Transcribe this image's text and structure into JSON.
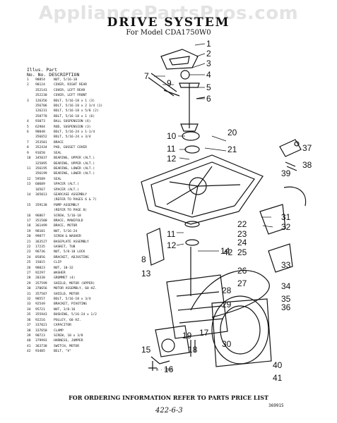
{
  "watermark": "AppliancePartsPros.com",
  "title": "DRIVE SYSTEM",
  "subtitle": "For Model CDA1750W0",
  "parts_table": {
    "header_line1": "Illus.  Part",
    "header_line2": "No.    No.      DESCRIPTION",
    "rows": [
      [
        "1",
        "98854",
        "NUT, 5/16-18"
      ],
      [
        "2",
        "98124",
        "COVER, RIGHT REAR"
      ],
      [
        "",
        "352143",
        "COVER, LEFT REAR"
      ],
      [
        "",
        "352230",
        "COVER, LEFT FRONT"
      ],
      [
        "3",
        "126356",
        "BOLT, 5/16-18 x 1 (3)"
      ],
      [
        "",
        "356706",
        "BOLT, 5/16-18 x 2 3/4 (1)"
      ],
      [
        "",
        "126231",
        "BOLT, 5/16-18 x 5/8 (2)"
      ],
      [
        "",
        "358778",
        "BOLT, 5/16-18 x 1 (6)"
      ],
      [
        "4",
        "93073",
        "BALL SUSPENSION (6)"
      ],
      [
        "5",
        "62984",
        "ROD, SUSPENSION (3)"
      ],
      [
        "6",
        "98048",
        "BOLT, 5/16-24 x 1-1/4"
      ],
      [
        "",
        "356652",
        "BOLT, 5/16-24 x 3/4"
      ],
      [
        "7",
        "353501",
        "BRACE"
      ],
      [
        "8",
        "352434",
        "PAD, GUSSET COVER"
      ],
      [
        "9",
        "91658",
        "SEAL"
      ],
      [
        "10",
        "345037",
        "BEARING, UPPER (ALT.)"
      ],
      [
        "",
        "325895",
        "BEARING, UPPER (ALT.)"
      ],
      [
        "11",
        "356195",
        "BEARING, LOWER (ALT.)"
      ],
      [
        "",
        "356199",
        "BEARING, LOWER (ALT.)"
      ],
      [
        "12",
        "59589",
        "SEAL"
      ],
      [
        "13",
        "60609",
        "SPACER (ALT.)"
      ],
      [
        "",
        "16567",
        "SPACER (ALT.)"
      ],
      [
        "14",
        "365013",
        "GEARCASE ASSEMBLY"
      ],
      [
        "",
        "",
        "(REFER TO PAGES 6 & 7)"
      ],
      [
        "15",
        "359138",
        "PUMP ASSEMBLY"
      ],
      [
        "",
        "",
        "(REFER TO PAGE 8)"
      ],
      [
        "16",
        "96867",
        "SCREW, 5/16-18"
      ],
      [
        "17",
        "351500",
        "BRACE, MANIFOLD"
      ],
      [
        "18",
        "361499",
        "BRACE, MOTOR"
      ],
      [
        "19",
        "98101",
        "NUT, 5/16-24"
      ],
      [
        "20",
        "99877",
        "SCREW & WASHER"
      ],
      [
        "21",
        "363527",
        "BASEPLATE ASSEMBLY"
      ],
      [
        "22",
        "17235",
        "GASKET, TUB"
      ],
      [
        "23",
        "96736",
        "NUT, 5/8-18 LOCK"
      ],
      [
        "24",
        "85856",
        "BRACKET, ADJUSTING"
      ],
      [
        "25",
        "15015",
        "CLIP"
      ],
      [
        "26",
        "98023",
        "NUT, 10-32"
      ],
      [
        "27",
        "92297",
        "WASHER"
      ],
      [
        "28",
        "28338",
        "GROMMET (4)"
      ],
      [
        "29",
        "357599",
        "SHIELD, MOTOR (UPPER)"
      ],
      [
        "30",
        "370656",
        "MOTOR ASSEMBLY, 60 HZ."
      ],
      [
        "31",
        "357507",
        "SHIELD, MOTOR"
      ],
      [
        "32",
        "98557",
        "BOLT, 5/16-18 x 3/4"
      ],
      [
        "33",
        "92549",
        "BRACKET, PIVOTING"
      ],
      [
        "34",
        "95721",
        "NUT, 3/8-16"
      ],
      [
        "35",
        "355943",
        "BUSHING, 5/16-24 x 1/2"
      ],
      [
        "36",
        "92216",
        "PULLEY, 60 HZ."
      ],
      [
        "37",
        "337021",
        "CAPACITOR"
      ],
      [
        "38",
        "337650",
        "CLAMP"
      ],
      [
        "39",
        "90723",
        "SCREW, 10 x 3/8"
      ],
      [
        "40",
        "379993",
        "HARNESS, JUMPER"
      ],
      [
        "41",
        "363738",
        "SWITCH, MOTOR"
      ],
      [
        "42",
        "93405",
        "BELT, \"V\""
      ]
    ]
  },
  "callouts": [
    "1",
    "2",
    "3",
    "4",
    "5",
    "6",
    "7",
    "8",
    "9",
    "10",
    "11",
    "11",
    "12",
    "12",
    "13",
    "14",
    "15",
    "16",
    "17",
    "18",
    "19",
    "20",
    "21",
    "22",
    "23",
    "24",
    "25",
    "26",
    "27",
    "28",
    "29",
    "30",
    "31",
    "32",
    "33",
    "34",
    "35",
    "36",
    "37",
    "38",
    "39",
    "40",
    "41",
    "42"
  ],
  "ref_code": "A - 9935",
  "footer": "FOR ORDERING INFORMATION REFER TO PARTS PRICE LIST",
  "sheet_no": "369915",
  "hand_note": "422-6-3"
}
